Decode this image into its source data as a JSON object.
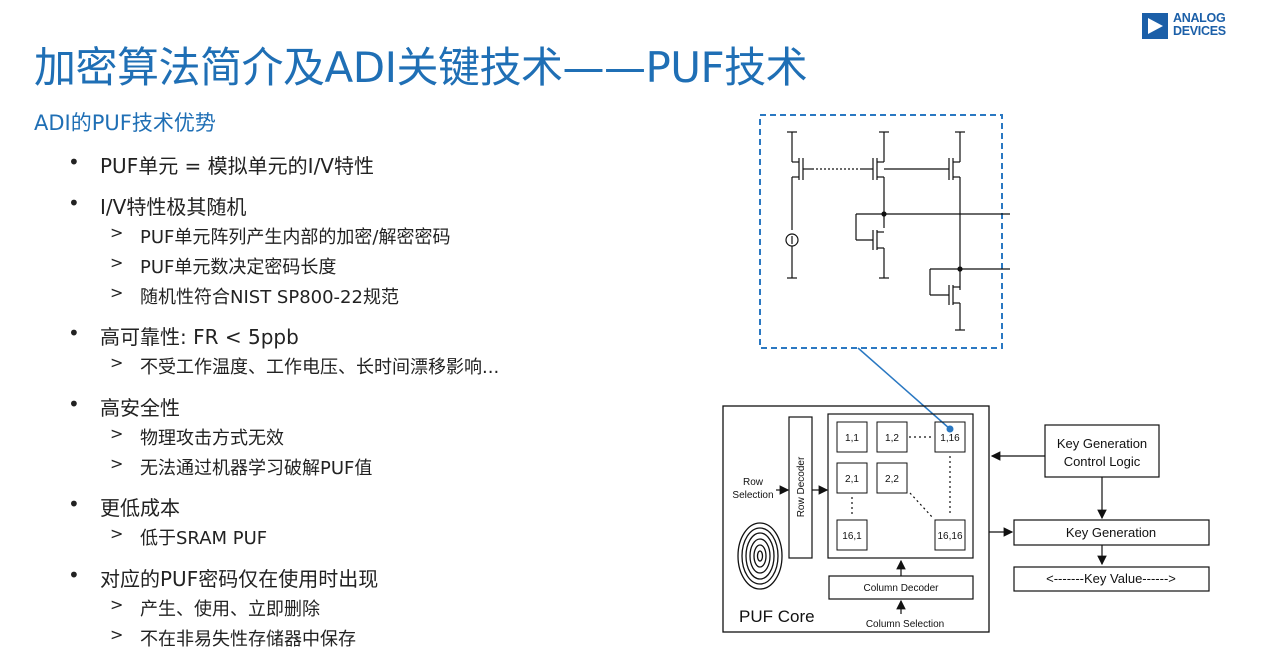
{
  "logo": {
    "line1": "ANALOG",
    "line2": "DEVICES"
  },
  "title": "加密算法简介及ADI关键技术——PUF技术",
  "subtitle": "ADI的PUF技术优势",
  "bullets": [
    {
      "text": "PUF单元 = 模拟单元的I/V特性",
      "subs": []
    },
    {
      "text": "I/V特性极其随机",
      "subs": [
        "PUF单元阵列产生内部的加密/解密密码",
        "PUF单元数决定密码长度",
        "随机性符合NIST SP800-22规范"
      ]
    },
    {
      "text": "高可靠性: FR < 5ppb",
      "subs": [
        "不受工作温度、工作电压、长时间漂移影响..."
      ]
    },
    {
      "text": "高安全性",
      "subs": [
        "物理攻击方式无效",
        "无法通过机器学习破解PUF值"
      ]
    },
    {
      "text": "更低成本",
      "subs": [
        "低于SRAM PUF"
      ]
    },
    {
      "text": "对应的PUF密码仅在使用时出现",
      "subs": [
        "产生、使用、立即删除",
        "不在非易失性存储器中保存"
      ]
    }
  ],
  "sub_marker": ">",
  "bullet_marker": "•",
  "diagram": {
    "cells": {
      "c11": "1,1",
      "c12": "1,2",
      "c116": "1,16",
      "c21": "2,1",
      "c22": "2,2",
      "c161": "16,1",
      "c1616": "16,16"
    },
    "row_selection_l1": "Row",
    "row_selection_l2": "Selection",
    "row_decoder": "Row Decoder",
    "column_decoder": "Column Decoder",
    "column_selection": "Column Selection",
    "puf_core": "PUF Core",
    "keygen_logic_l1": "Key Generation",
    "keygen_logic_l2": "Control Logic",
    "key_generation": "Key Generation",
    "key_value": "<-------Key Value------>"
  },
  "colors": {
    "accent": "#1f6fb5",
    "text": "#222222",
    "callout": "#2a78c2"
  }
}
